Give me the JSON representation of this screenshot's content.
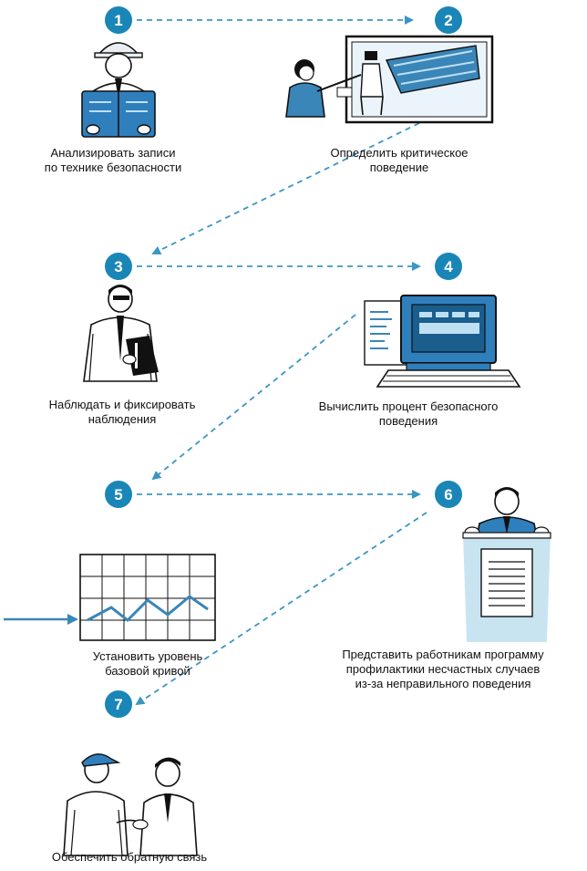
{
  "steps": [
    {
      "number": "1",
      "caption": "Анализировать записи\nпо технике безопасности",
      "icon": "worker-reading-book-icon"
    },
    {
      "number": "2",
      "caption": "Определить критическое\nповедение",
      "icon": "presenter-with-screen-icon"
    },
    {
      "number": "3",
      "caption": "Наблюдать и фиксировать\nнаблюдения",
      "icon": "observer-with-clipboard-icon"
    },
    {
      "number": "4",
      "caption": "Вычислить процент безопасного\nповедения",
      "icon": "computer-icon"
    },
    {
      "number": "5",
      "caption": "Установить уровень\nбазовой кривой",
      "icon": "baseline-chart-icon"
    },
    {
      "number": "6",
      "caption": "Представить работникам программу\nпрофилактики несчастных случаев\nиз-за неправильного поведения",
      "icon": "speaker-at-podium-icon"
    },
    {
      "number": "7",
      "caption": "Обеспечить обратную связь",
      "icon": "two-people-talking-icon"
    }
  ],
  "colors": {
    "badge": "#1a86b8",
    "arrow": "#3a96c4",
    "ink": "#111111",
    "podium": "#c8e4f1",
    "accent": "#3a7fc0"
  }
}
